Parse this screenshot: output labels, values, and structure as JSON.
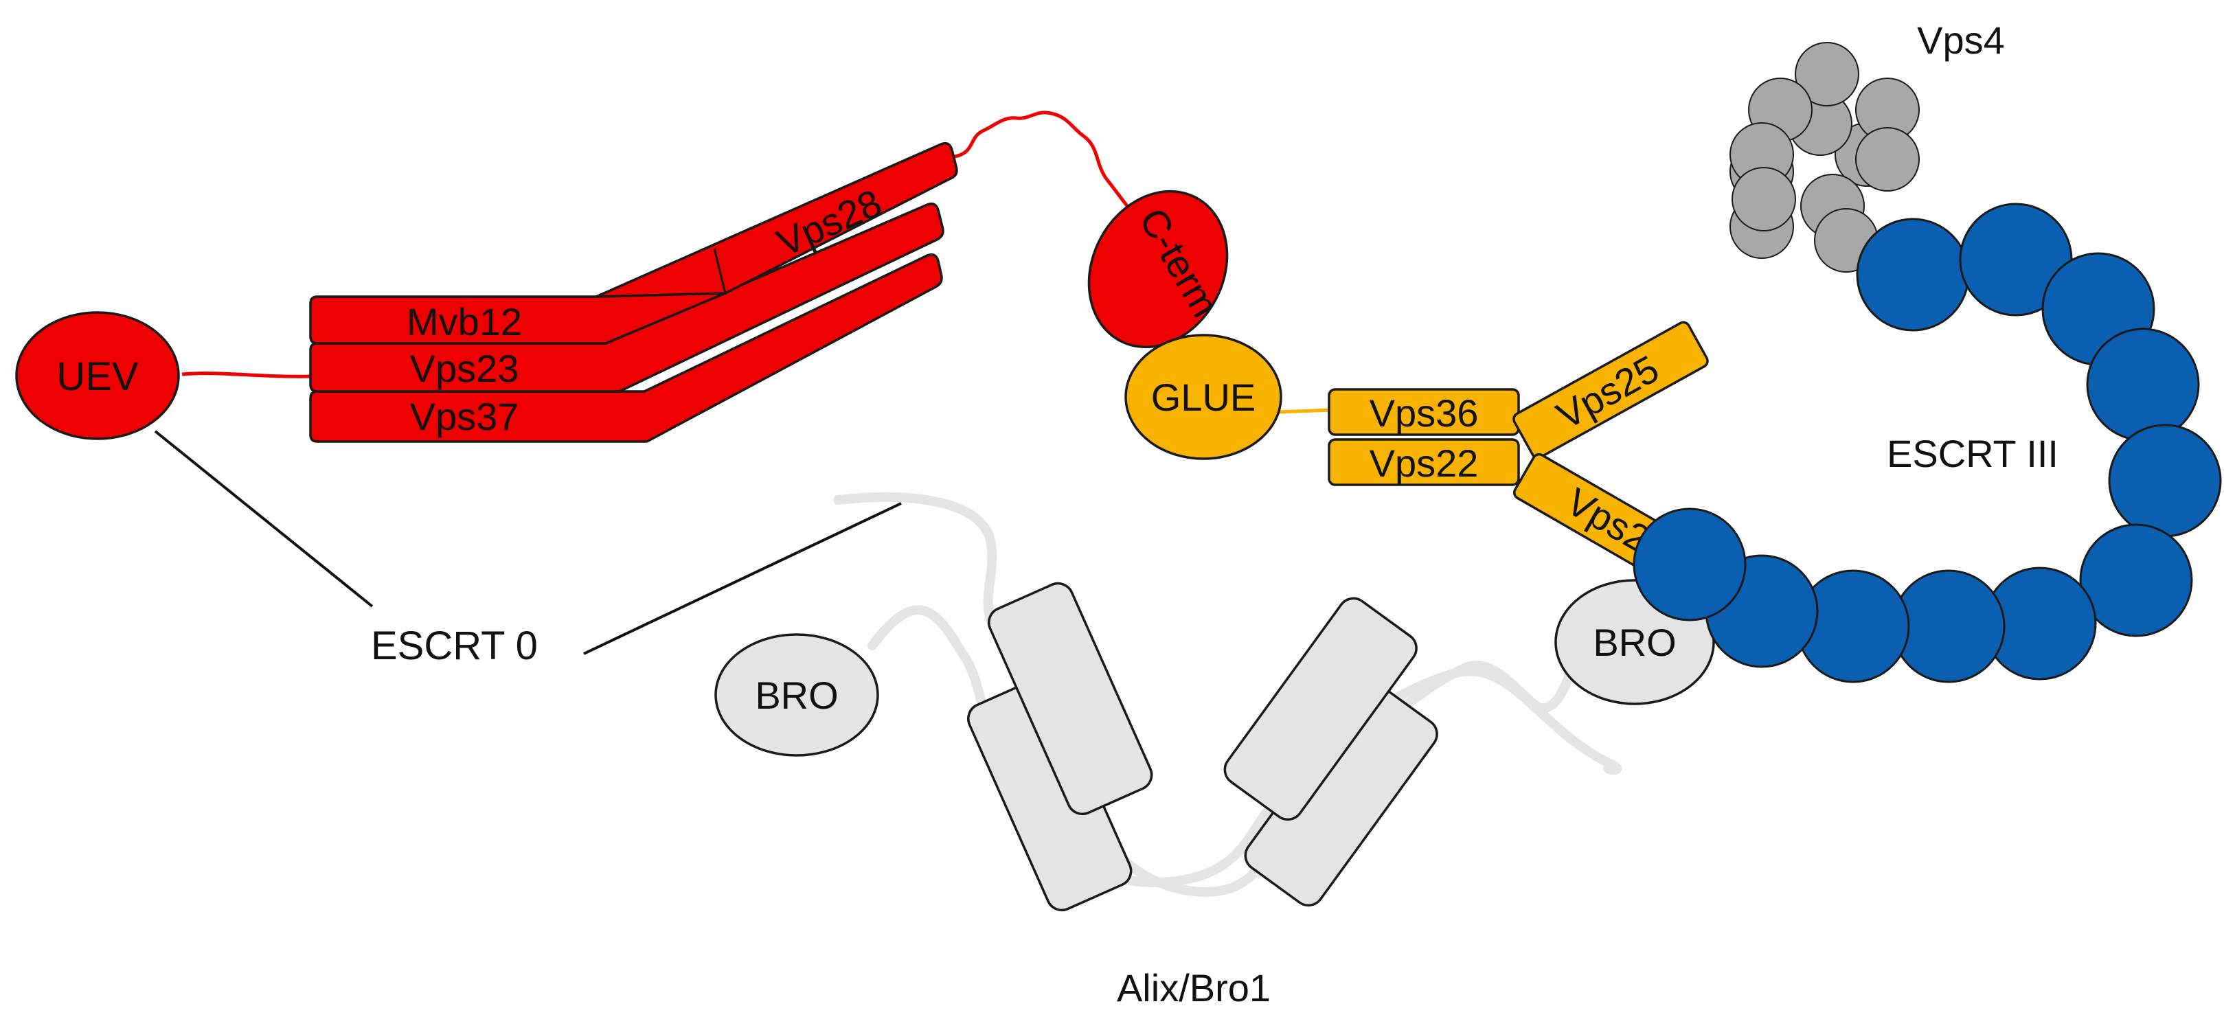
{
  "colors": {
    "red": "#ee0000",
    "orange": "#f8b200",
    "blue": "#0a5fb0",
    "grey_light": "#e4e4e4",
    "grey_dark": "#a8a8a8",
    "outline": "#1a1a1a"
  },
  "labels": {
    "uev": "UEV",
    "mvb12": "Mvb12",
    "vps23": "Vps23",
    "vps37": "Vps37",
    "vps28": "Vps28",
    "cterm": "C-term",
    "glue": "GLUE",
    "vps36": "Vps36",
    "vps22": "Vps22",
    "vps25_top": "Vps25",
    "vps25_bottom": "Vps25",
    "escrt0": "ESCRT 0",
    "escrt3": "ESCRT III",
    "vps4": "Vps4",
    "bro_left": "BRO",
    "bro_right": "BRO",
    "alix": "Alix/Bro1"
  }
}
